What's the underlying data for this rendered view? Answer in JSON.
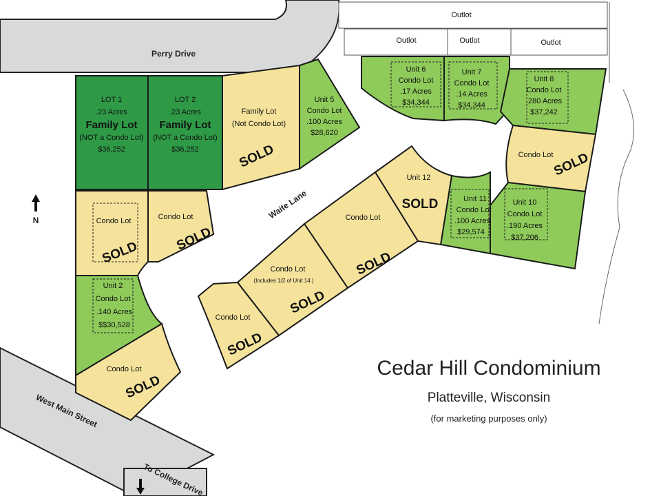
{
  "title": "Cedar Hill Condominium",
  "subtitle": "Platteville, Wisconsin",
  "note": "(for marketing purposes only)",
  "north": "N",
  "colors": {
    "green_dark": "#2e9a46",
    "green": "#8ecb5a",
    "yellow": "#f5e39c",
    "road": "#d9d9d9"
  },
  "roads": {
    "perry": "Perry Drive",
    "waite": "Waite Lane",
    "west_main": "West Main Street",
    "college": "To College Drive"
  },
  "outlots": {
    "top": "Outlot",
    "o1": "Outlot",
    "o2": "Outlot",
    "o3": "Outlot"
  },
  "sold": "SOLD",
  "lots": {
    "lot1": {
      "l1": "LOT 1",
      "l2": ".23 Acres",
      "l3": "Family Lot",
      "l4": "(NOT a Condo Lot)",
      "l5": "$36,252"
    },
    "lot2": {
      "l1": "LOT 2",
      "l2": ".23 Acres",
      "l3": "Family Lot",
      "l4": "(NOT a Condo Lot)",
      "l5": "$36,252"
    },
    "family": {
      "l1": "Family Lot",
      "l2": "(Not Condo Lot)"
    },
    "unit5": {
      "l1": "Unit 5",
      "l2": "Condo Lot",
      "l3": ".100 Acres",
      "l4": "$28,620"
    },
    "unit6": {
      "l1": "Unit 6",
      "l2": "Condo Lot",
      "l3": ".17 Acres",
      "l4": "$34,344"
    },
    "unit7": {
      "l1": "Unit 7",
      "l2": "Condo Lot",
      "l3": ".14 Acres",
      "l4": "$34,344"
    },
    "unit8": {
      "l1": "Unit 8",
      "l2": "Condo Lot",
      "l3": ".280 Acres",
      "l4": "$37,242"
    },
    "condo_r": {
      "l1": "Condo Lot"
    },
    "unit10": {
      "l1": "Unit 10",
      "l2": "Condo Lot",
      "l3": ".190 Acres",
      "l4": "$37,206"
    },
    "unit11": {
      "l1": "Unit 11",
      "l2": "Condo Lot",
      "l3": ".100 Acres",
      "l4": "$29,574"
    },
    "unit12": {
      "l1": "Unit 12"
    },
    "condo_mid": {
      "l1": "Condo Lot"
    },
    "condo_14": {
      "l1": "Condo Lot",
      "l2": "(Includes 1/2 of Unit 14 )"
    },
    "condo_sw": {
      "l1": "Condo Lot"
    },
    "condo_l1": {
      "l1": "Condo Lot"
    },
    "condo_l2": {
      "l1": "Condo Lot"
    },
    "unit2": {
      "l1": "Unit 2",
      "l2": "Condo Lot",
      "l3": ".140 Acres",
      "l4": "$$30,528"
    },
    "condo_bl": {
      "l1": "Condo Lot"
    }
  }
}
